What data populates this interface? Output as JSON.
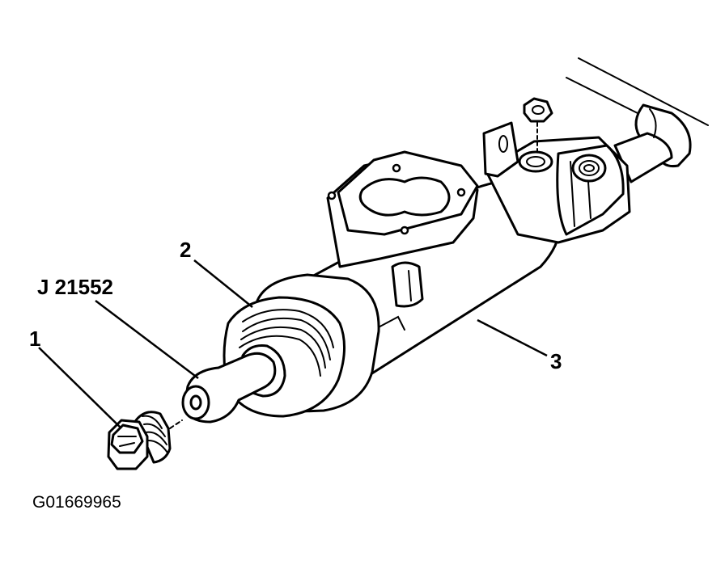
{
  "callouts": {
    "item_1": "1",
    "item_2": "2",
    "item_3": "3",
    "tool": "J 21552"
  },
  "figure_id": "G01669965",
  "colors": {
    "ink": "#000000",
    "paper": "#ffffff"
  }
}
